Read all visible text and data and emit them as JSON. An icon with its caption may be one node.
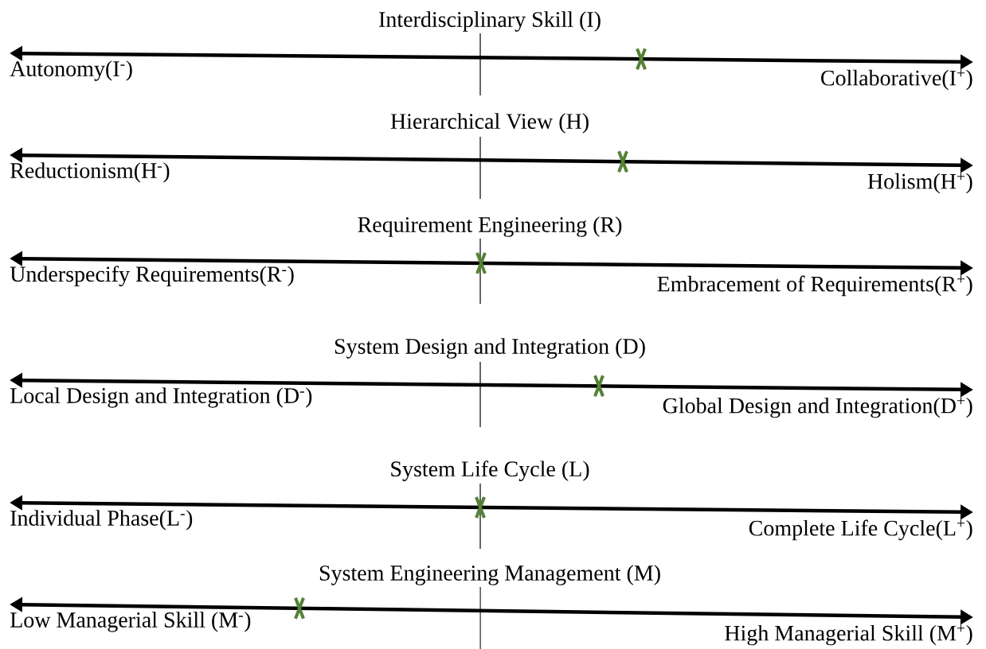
{
  "diagram": {
    "nodes": [
      {
        "text": [
          "Autonomy(I$^{-}$)"
        ]
      },
      {
        "text": [
          "Collaborative(I$^{+}$)"
        ]
      },
      {
        "text": [
          "Reductionism(H$^{-}$)"
        ]
      },
      {
        "text": [
          "Holism(H$^{+}$)"
        ]
      },
      {
        "text": [
          "Underspecify Requirements(R$^{-}$)"
        ]
      },
      {
        "text": [
          "Embracement of Requirements(R$^{+}$)"
        ]
      },
      {
        "text": [
          "Local Design and Integration (D$^{-}$)"
        ]
      },
      {
        "text": [
          "Global Design and Integration(D$^{+}$)"
        ]
      },
      {
        "text": [
          "Individual Phase(L$^{-}$)"
        ]
      },
      {
        "text": [
          "Complete Life Cycle(L$^{+}$)"
        ]
      },
      {
        "text": [
          "Low Managerial Skill (M$^{-}$)"
        ]
      },
      {
        "text": [
          "High Managerial Skill (M$^{+}$)"
        ]
      }
    ],
    "edges": [
      {
        "from": 0,
        "to": 1,
        "arrow": "both",
        "label": "Interdisciplinary Skill (I)"
      },
      {
        "from": 2,
        "to": 3,
        "arrow": "both",
        "label": "Hierarchical View (H)"
      },
      {
        "from": 4,
        "to": 5,
        "arrow": "both",
        "label": "Requirement Engineering (R)"
      },
      {
        "from": 6,
        "to": 7,
        "arrow": "both",
        "label": "System Design and Integration (D)"
      },
      {
        "from": 8,
        "to": 9,
        "arrow": "both",
        "label": "System Life Cycle (L)"
      },
      {
        "from": 10,
        "to": 11,
        "arrow": "both",
        "label": "System Engineering Management (M)"
      }
    ]
  }
}
